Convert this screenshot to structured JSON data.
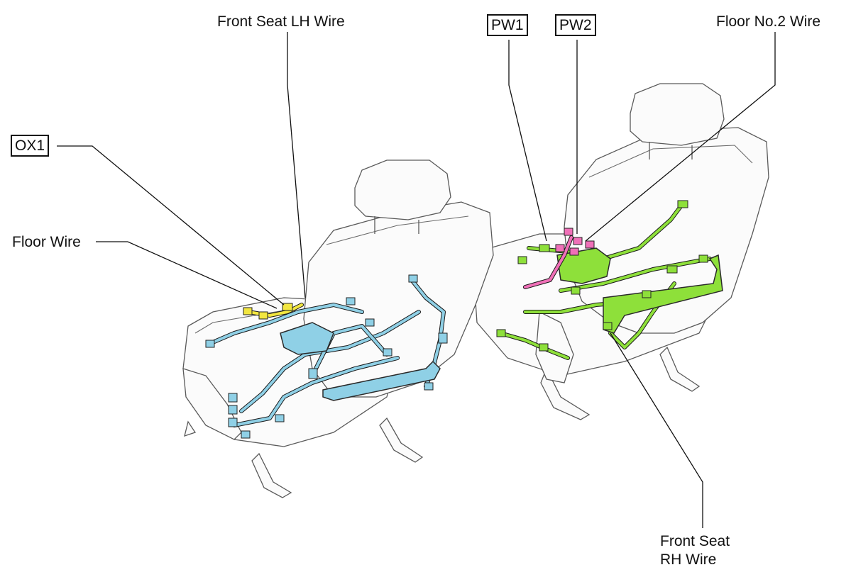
{
  "labels": {
    "front_seat_lh_wire": "Front Seat LH Wire",
    "floor_no2_wire": "Floor No.2 Wire",
    "floor_wire": "Floor Wire",
    "front_seat_rh_wire_line1": "Front Seat",
    "front_seat_rh_wire_line2": "RH Wire"
  },
  "connectors": {
    "ox1": "OX1",
    "pw1": "PW1",
    "pw2": "PW2"
  },
  "colors": {
    "lh_harness": "#8fd0e6",
    "rh_harness": "#8ee03a",
    "floor_wire": "#f2e640",
    "floor_no2_wire": "#f070b8",
    "outline": "#5a5a5a"
  }
}
